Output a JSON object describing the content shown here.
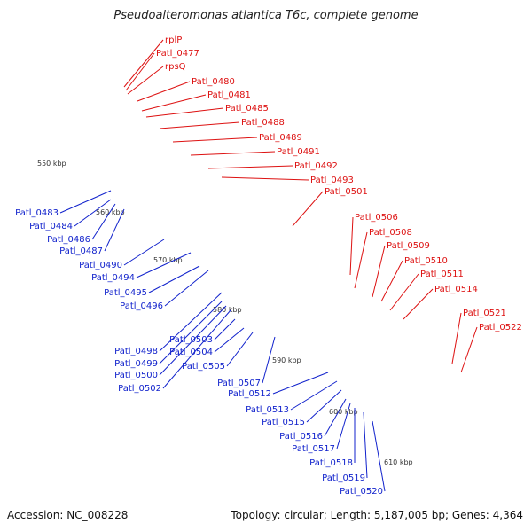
{
  "title": "Pseudoalteromonas atlantica T6c, complete genome",
  "footer": {
    "accession": "Accession: NC_008228",
    "info": "Topology: circular; Length: 5,187,005 bp; Genes: 4,364"
  },
  "colors": {
    "red_labels": "#dd1111",
    "blue_labels": "#1122cc",
    "backbone": "#999999",
    "dots": "#2f8f2f"
  },
  "kbp_ticks": [
    "550 kbp",
    "560 kbp",
    "570 kbp",
    "580 kbp",
    "590 kbp",
    "600 kbp",
    "610 kbp"
  ],
  "red_genes": [
    "rplP",
    "Patl_0477",
    "rpsQ",
    "Patl_0480",
    "Patl_0481",
    "Patl_0485",
    "Patl_0488",
    "Patl_0489",
    "Patl_0491",
    "Patl_0492",
    "Patl_0493",
    "Patl_0501",
    "Patl_0506",
    "Patl_0508",
    "Patl_0509",
    "Patl_0510",
    "Patl_0511",
    "Patl_0514",
    "Patl_0521",
    "Patl_0522"
  ],
  "blue_genes": [
    "Patl_0483",
    "Patl_0484",
    "Patl_0486",
    "Patl_0487",
    "Patl_0490",
    "Patl_0494",
    "Patl_0495",
    "Patl_0496",
    "Patl_0498",
    "Patl_0499",
    "Patl_0500",
    "Patl_0502",
    "Patl_0503",
    "Patl_0504",
    "Patl_0505",
    "Patl_0507",
    "Patl_0512",
    "Patl_0513",
    "Patl_0515",
    "Patl_0516",
    "Patl_0517",
    "Patl_0518",
    "Patl_0519",
    "Patl_0520"
  ]
}
